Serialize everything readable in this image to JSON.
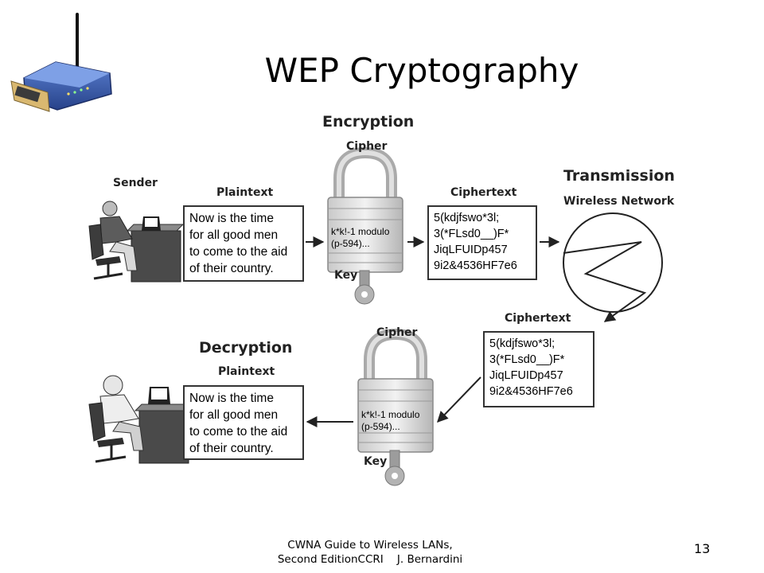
{
  "slide": {
    "title": "WEP Cryptography",
    "page_number": "13",
    "footer_lines": [
      "CWNA Guide to Wireless LANs,",
      "Second EditionCCRI    J. Bernardini"
    ]
  },
  "diagram": {
    "encryption": {
      "heading": "Encryption",
      "sender_label": "Sender",
      "plaintext_label": "Plaintext",
      "plaintext_lines": [
        "Now is the time",
        "for all good men",
        "to come to the aid",
        "of their country."
      ],
      "cipher_label": "Cipher",
      "cipher_text_lines": [
        "k*k!-1 modulo",
        "(p-594)..."
      ],
      "key_label": "Key",
      "ciphertext_label": "Ciphertext",
      "ciphertext_lines": [
        "5(kdjfswo*3l;",
        "3(*FLsd0__)F*",
        "JiqLFUIDp457",
        "9i2&4536HF7e6"
      ]
    },
    "transmission": {
      "heading": "Transmission",
      "subheading": "Wireless Network"
    },
    "decryption": {
      "heading": "Decryption",
      "plaintext_label": "Plaintext",
      "plaintext_lines": [
        "Now is the time",
        "for all good men",
        "to come to the aid",
        "of their country."
      ],
      "cipher_label": "Cipher",
      "cipher_text_lines": [
        "k*k!-1 modulo",
        "(p-594)..."
      ],
      "key_label": "Key",
      "ciphertext_label": "Ciphertext",
      "ciphertext_lines": [
        "5(kdjfswo*3l;",
        "3(*FLsd0__)F*",
        "JiqLFUIDp457",
        "9i2&4536HF7e6"
      ]
    }
  }
}
